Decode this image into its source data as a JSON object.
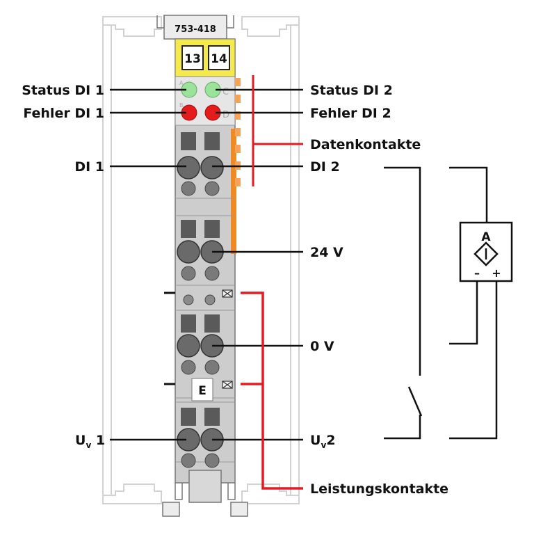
{
  "module": {
    "part_number": "753-418",
    "terminal_left": "13",
    "terminal_right": "14",
    "marker": "E",
    "led_letters": [
      "A",
      "C",
      "B",
      "D"
    ]
  },
  "labels": {
    "status_di1": "Status DI 1",
    "status_di2": "Status DI 2",
    "fehler_di1": "Fehler DI 1",
    "fehler_di2": "Fehler DI 2",
    "datenkontakte": "Datenkontakte",
    "di1": "DI 1",
    "di2": "DI 2",
    "v24": "24 V",
    "v0": "0 V",
    "uv1_main": "U",
    "uv1_sub": "v",
    "uv1_num": " 1",
    "uv2_main": "U",
    "uv2_sub": "v",
    "uv2_num": "2",
    "leistungskontakte": "Leistungskontakte"
  },
  "sensor": {
    "letter": "A",
    "minus": "–",
    "plus": "+"
  },
  "colors": {
    "led_green": "#9be39b",
    "led_red": "#e41c1c",
    "bracket_red": "#e31b23",
    "terminal_yellow": "#f6e94a",
    "module_grey": "#c9c9c9",
    "orange_strip": "#f08a24"
  }
}
